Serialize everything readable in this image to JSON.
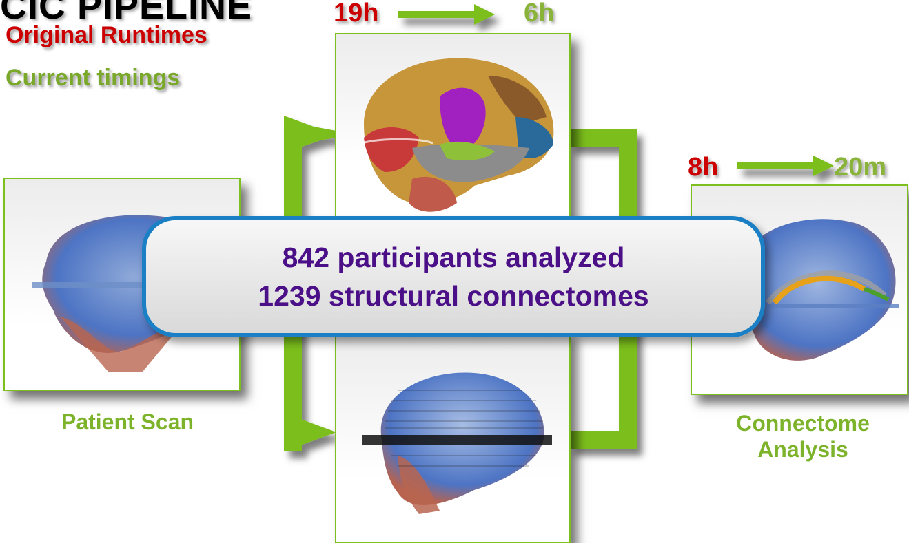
{
  "header": {
    "title": "CIC PIPELINE",
    "legend_original": "Original Runtimes",
    "legend_current": "Current timings"
  },
  "timings": {
    "top_original": "19h",
    "top_current": "6h",
    "right_original": "8h",
    "right_current": "20m"
  },
  "labels": {
    "patient_scan": "Patient Scan",
    "connectome_line1": "Connectome",
    "connectome_line2": "Analysis"
  },
  "callout": {
    "line1": "842 participants analyzed",
    "line2": "1239 structural connectomes"
  },
  "colors": {
    "original": "#cc0000",
    "current": "#8ab33a",
    "flow_arrow": "#7cbf1e",
    "callout_border": "#1a7fc4",
    "callout_text": "#4b1088"
  }
}
